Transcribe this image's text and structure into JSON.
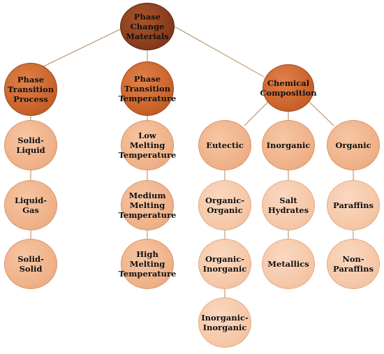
{
  "diagram": {
    "root": "Phase\nChange\nMaterials",
    "categories": {
      "transition_process": "Phase\nTransition\nProcess",
      "transition_temperature": "Phase\nTransition\nTemperature",
      "chemical_composition": "Chemical\nComposition"
    },
    "process_items": [
      "Solid-Liquid",
      "Liquid-Gas",
      "Solid-Solid"
    ],
    "temperature_items": [
      "Low\nMelting\nTemperature",
      "Medium\nMelting\nTemperature",
      "High\nMelting\nTemperature"
    ],
    "composition_groups": {
      "eutectic": {
        "label": "Eutectic",
        "items": [
          "Organic-\nOrganic",
          "Organic-\nInorganic",
          "Inorganic-\nInorganic"
        ]
      },
      "inorganic": {
        "label": "Inorganic",
        "items": [
          "Salt Hydrates",
          "Metallics"
        ]
      },
      "organic": {
        "label": "Organic",
        "items": [
          "Paraffins",
          "Non-Paraffins"
        ]
      }
    },
    "colors": {
      "root": "#8a3d1d",
      "category": "#c9622a",
      "subgroup": "#efb188",
      "leaf": "#f5c7a7",
      "connector": "#b08a5a"
    }
  }
}
